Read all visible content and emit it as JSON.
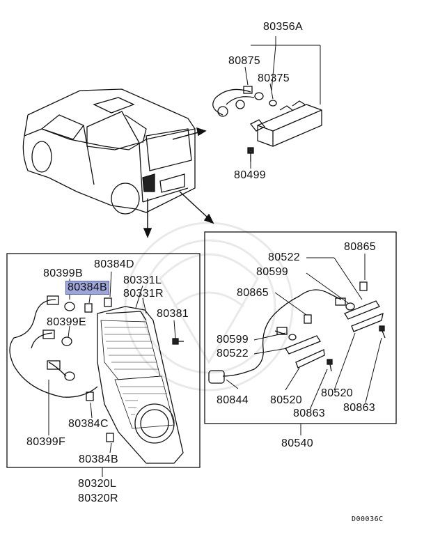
{
  "parts": {
    "p80356A": "80356A",
    "p80875": "80875",
    "p80375": "80375",
    "p80499": "80499",
    "p80384D": "80384D",
    "p80399B": "80399B",
    "p80384B_top": "80384B",
    "p80331L": "80331L",
    "p80331R": "80331R",
    "p80399E": "80399E",
    "p80381": "80381",
    "p80384C": "80384C",
    "p80399F": "80399F",
    "p80384B_bottom": "80384B",
    "p80320L": "80320L",
    "p80320R": "80320R",
    "p80522_top": "80522",
    "p80865_top": "80865",
    "p80599_top": "80599",
    "p80865_mid": "80865",
    "p80599_mid": "80599",
    "p80522_mid": "80522",
    "p80844": "80844",
    "p80520_left": "80520",
    "p80520_right": "80520",
    "p80863_mid": "80863",
    "p80863_right": "80863",
    "p80540": "80540"
  },
  "diagram_code": "D00036C",
  "highlight_color": "#9ea6d9"
}
